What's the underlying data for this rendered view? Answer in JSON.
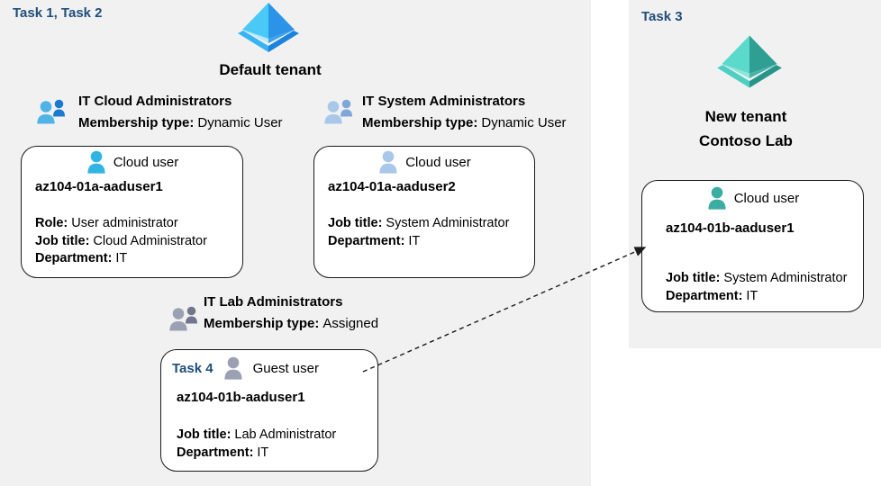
{
  "default_tenant": {
    "task_label": "Task 1, Task 2",
    "tenant_name": "Default tenant",
    "groups": [
      {
        "name": "IT Cloud Administrators",
        "membership_label": "Membership type:",
        "membership_value": "Dynamic User"
      },
      {
        "name": "IT System Administrators",
        "membership_label": "Membership type:",
        "membership_value": "Dynamic User"
      },
      {
        "name": "IT Lab Administrators",
        "membership_label": "Membership type:",
        "membership_value": "Assigned"
      }
    ],
    "users": [
      {
        "type_label": "Cloud user",
        "name": "az104-01a-aaduser1",
        "attributes": [
          {
            "label": "Role:",
            "value": "User administrator"
          },
          {
            "label": "Job title:",
            "value": "Cloud Administrator"
          },
          {
            "label": "Department:",
            "value": "IT"
          }
        ]
      },
      {
        "type_label": "Cloud user",
        "name": "az104-01a-aaduser2",
        "attributes": [
          {
            "label": "Job title:",
            "value": "System Administrator"
          },
          {
            "label": "Department:",
            "value": "IT"
          }
        ]
      },
      {
        "task_label": "Task 4",
        "type_label": "Guest user",
        "name": "az104-01b-aaduser1",
        "attributes": [
          {
            "label": "Job title:",
            "value": "Lab Administrator"
          },
          {
            "label": "Department:",
            "value": "IT"
          }
        ]
      }
    ]
  },
  "new_tenant": {
    "task_label": "Task 3",
    "tenant_name_line1": "New  tenant",
    "tenant_name_line2": "Contoso Lab",
    "user": {
      "type_label": "Cloud user",
      "name": "az104-01b-aaduser1",
      "attributes": [
        {
          "label": "Job title:",
          "value": "System Administrator"
        },
        {
          "label": "Department:",
          "value": "IT"
        }
      ]
    }
  },
  "arrow": {
    "style": "dashed",
    "from": "guest-user-card",
    "to": "new-tenant-cloud-user-card"
  },
  "icons": {
    "azure-ad-tenant-blue": "pyramid-diamond",
    "azure-ad-tenant-teal": "pyramid-diamond",
    "group-icon": "two-people",
    "user-icon": "single-person"
  },
  "colors": {
    "task_label_blue": "#1F4E79",
    "panel_background": "#F1F1F2",
    "card_border": "#1A1A1A",
    "aad_blue_light": "#4AC9F6",
    "aad_blue_dark": "#2B93E8",
    "aad_teal_light": "#5BD9CB",
    "aad_teal_dark": "#2F9E93",
    "group_blue": "#4FB3E8",
    "group_pale_blue": "#A9C7E8",
    "group_gray": "#9BA1B3",
    "user_cyan": "#2FB4E4",
    "user_pale_blue": "#A9C7E8",
    "user_gray": "#9BA1B3",
    "user_teal": "#3BADA2"
  }
}
